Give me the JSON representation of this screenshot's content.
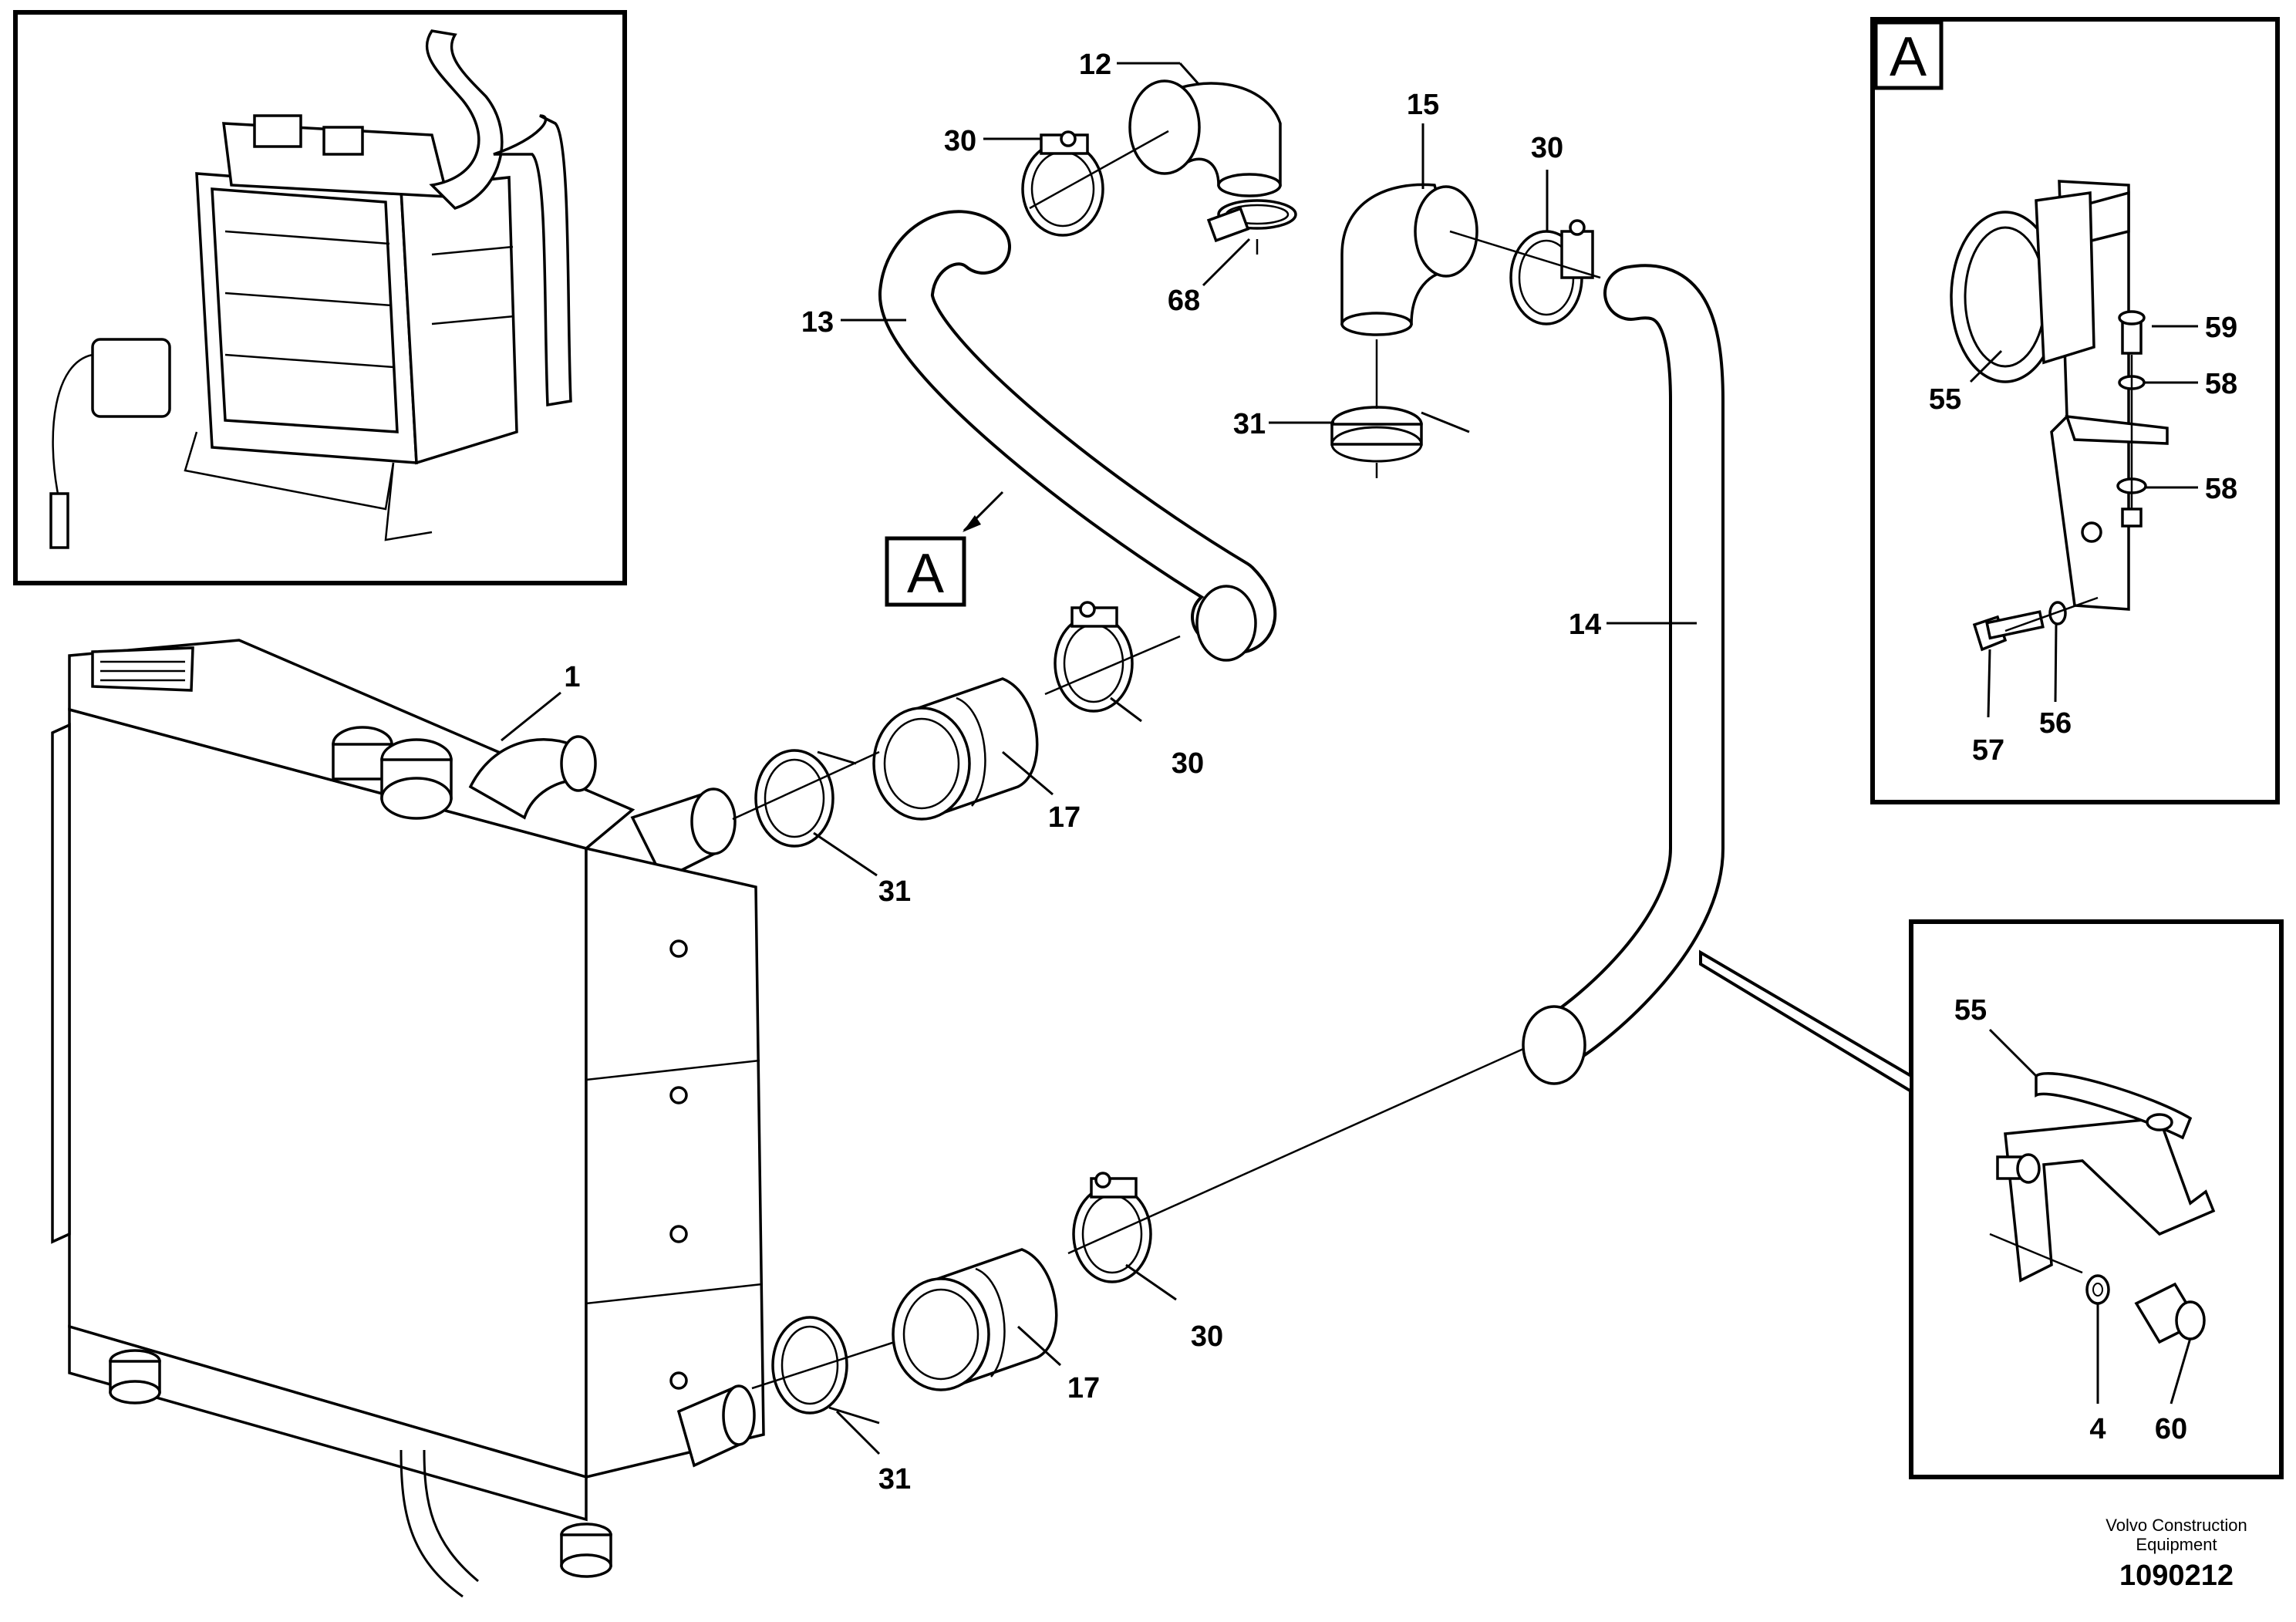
{
  "labels": {
    "p1": "1",
    "p12": "12",
    "p13": "13",
    "p14": "14",
    "p15": "15",
    "p17a": "17",
    "p17b": "17",
    "p30a": "30",
    "p30b": "30",
    "p30c": "30",
    "p30d": "30",
    "p31a": "31",
    "p31b": "31",
    "p31c": "31",
    "p68": "68",
    "p55a": "55",
    "p55b": "55",
    "p56": "56",
    "p57": "57",
    "p58a": "58",
    "p58b": "58",
    "p59": "59",
    "p4": "4",
    "p60": "60"
  },
  "view_markers": {
    "main_marker": "A",
    "detail_title": "A"
  },
  "footer": {
    "company_line1": "Volvo Construction",
    "company_line2": "Equipment",
    "drawing_number": "1090212"
  },
  "icons": {
    "radiator": "radiator-assembly-icon",
    "overview": "engine-cooling-overview-icon"
  }
}
